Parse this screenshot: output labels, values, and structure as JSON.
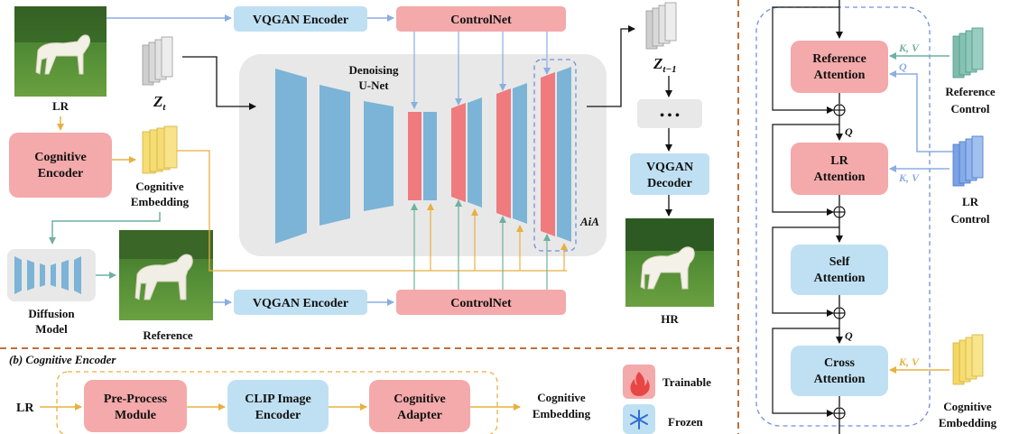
{
  "colors": {
    "trainable": "#f4a9aa",
    "trainable_dark": "#ef7b7f",
    "frozen": "#bfe0f2",
    "frozen_dark": "#7bb4d6",
    "gray_panel": "#e8e8e8",
    "orange_line": "#e8b040",
    "blue_line": "#8aaee0",
    "teal_line": "#6fb0a0",
    "divider": "#c0703a",
    "dashed_blue": "#6f8fe0"
  },
  "images": {
    "lr": "LR",
    "reference": "Reference",
    "hr": "HR"
  },
  "panel_a": {
    "vqgan_encoder_top": "VQGAN Encoder",
    "vqgan_encoder_bottom": "VQGAN Encoder",
    "controlnet_top": "ControlNet",
    "controlnet_bottom": "ControlNet",
    "cognitive_encoder": [
      "Cognitive",
      "Encoder"
    ],
    "cognitive_embedding": [
      "Cognitive",
      "Embedding"
    ],
    "unet_title": [
      "Denoising",
      "U-Net"
    ],
    "zt": "Z",
    "zt_sub": "t",
    "zt1": "Z",
    "zt1_sub": "t−1",
    "dots": "• • •",
    "vqgan_decoder": [
      "VQGAN",
      "Decoder"
    ],
    "diffusion_model": [
      "Diffusion",
      "Model"
    ],
    "aia": "AiA"
  },
  "panel_b": {
    "title": "(b) Cognitive Encoder",
    "lr": "LR",
    "pre_process": [
      "Pre-Process",
      "Module"
    ],
    "clip": [
      "CLIP Image",
      "Encoder"
    ],
    "adapter": [
      "Cognitive",
      "Adapter"
    ],
    "embedding": [
      "Cognitive",
      "Embedding"
    ]
  },
  "legend": {
    "trainable": "Trainable",
    "frozen": "Frozen"
  },
  "panel_c": {
    "reference_attention": [
      "Reference",
      "Attention"
    ],
    "lr_attention": [
      "LR",
      "Attention"
    ],
    "self_attention": [
      "Self",
      "Attention"
    ],
    "cross_attention": [
      "Cross",
      "Attention"
    ],
    "reference_control": [
      "Reference",
      "Control"
    ],
    "lr_control": [
      "LR",
      "Control"
    ],
    "cognitive_embedding": [
      "Cognitive",
      "Embedding"
    ],
    "kv": "K, V",
    "q": "Q"
  }
}
